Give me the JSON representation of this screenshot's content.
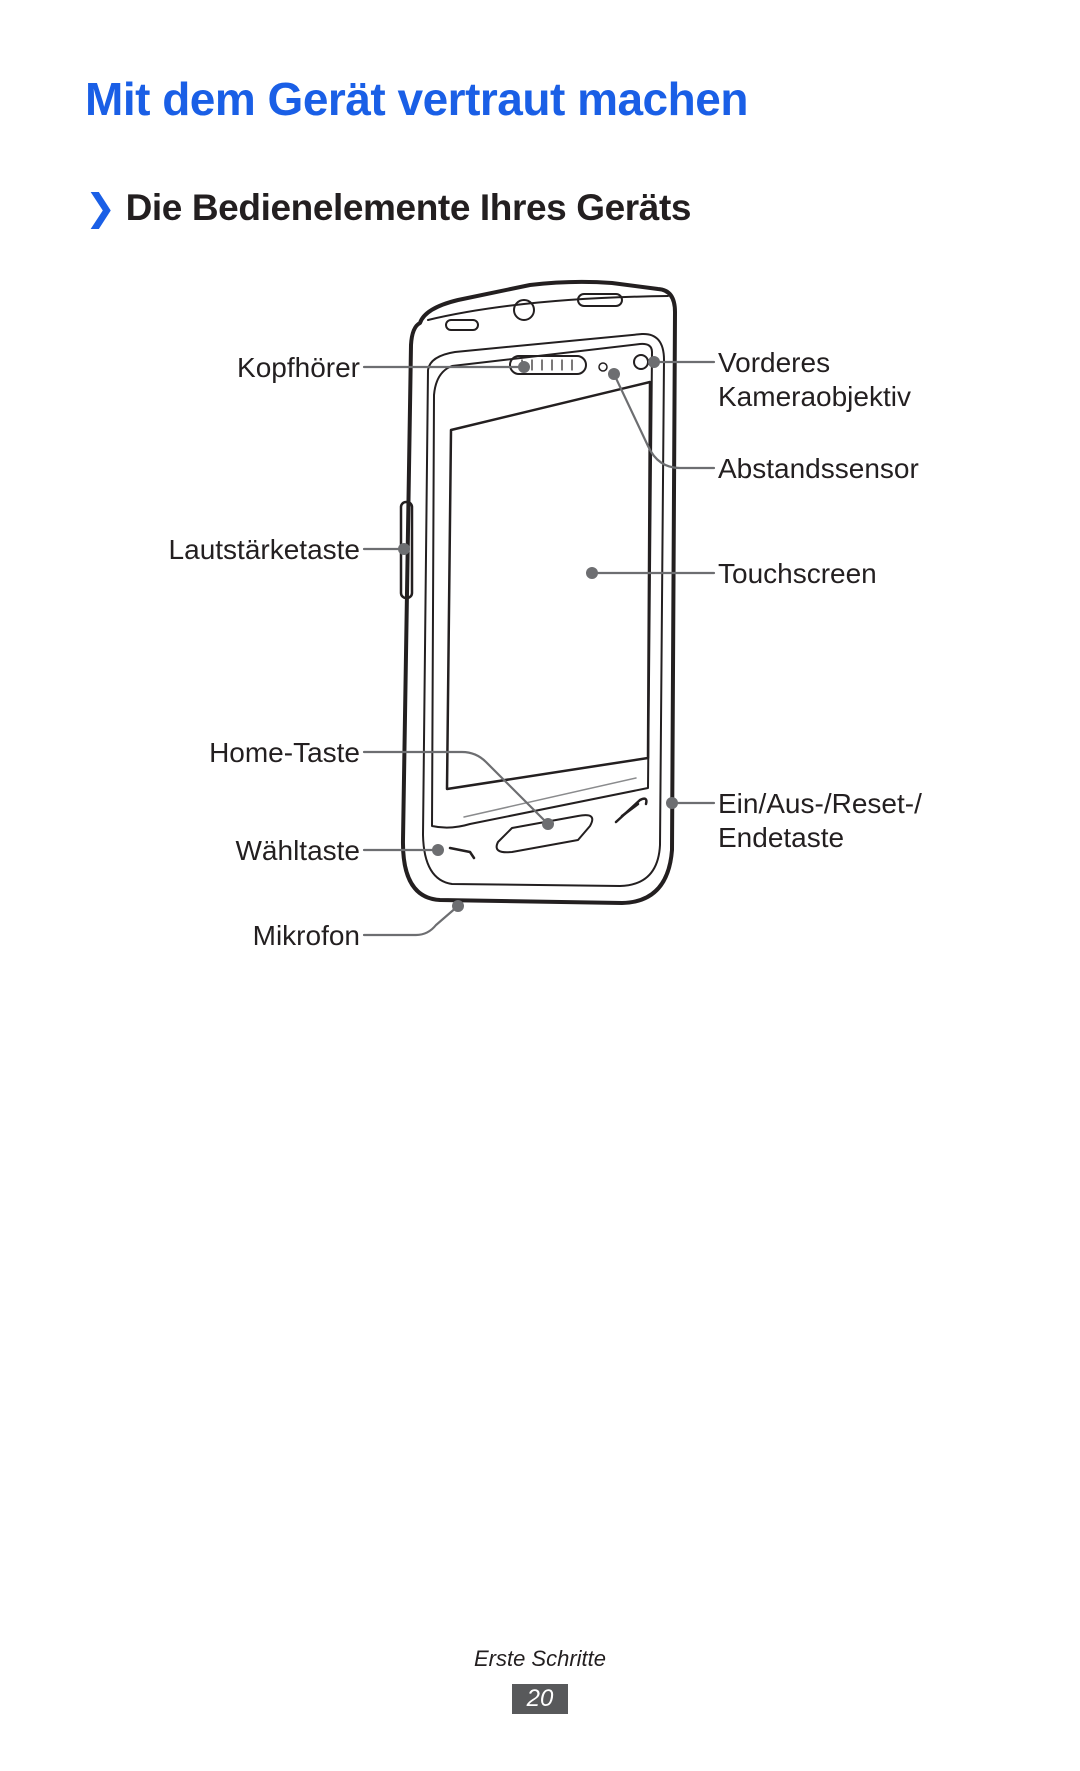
{
  "header": {
    "title": "Mit dem Gerät vertraut machen",
    "chevron": "❯",
    "subtitle": "Die Bedienelemente Ihres Geräts"
  },
  "figure": {
    "labels": {
      "earpiece": "Kopfhörer",
      "volume_key": "Lautstärketaste",
      "home_key": "Home-Taste",
      "dial_key": "Wähltaste",
      "microphone": "Mikrofon",
      "front_camera_line1": "Vorderes",
      "front_camera_line2": "Kameraobjektiv",
      "proximity_sensor": "Abstandssensor",
      "touchscreen": "Touchscreen",
      "power_key_line1": "Ein/Aus-/Reset-/",
      "power_key_line2": "Endetaste"
    }
  },
  "footer": {
    "section": "Erste Schritte",
    "page": "20"
  },
  "colors": {
    "title_blue": "#1a5fe6",
    "text": "#231f20",
    "page_badge": "#58595b",
    "leader_line": "#6d6e71"
  }
}
